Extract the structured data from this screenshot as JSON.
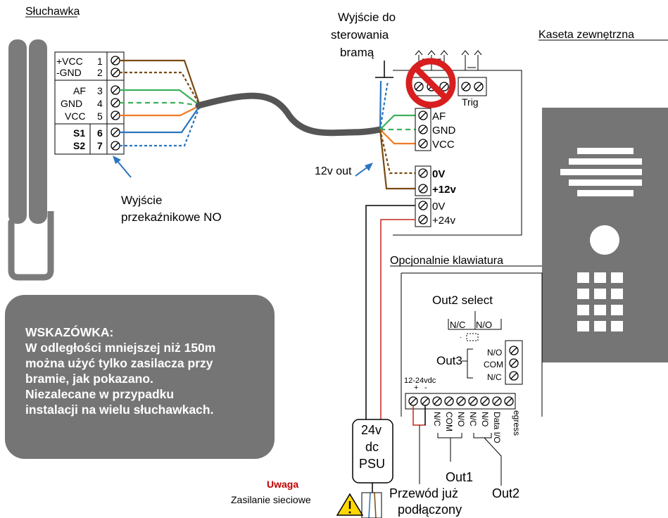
{
  "handset": {
    "title": "Słuchawka",
    "terminals": [
      {
        "label": "+VCC",
        "num": "1"
      },
      {
        "label": "-GND",
        "num": "2"
      },
      {
        "label": "AF",
        "num": "3"
      },
      {
        "label": "GND",
        "num": "4"
      },
      {
        "label": "VCC",
        "num": "5"
      },
      {
        "label": "S1",
        "num": "6"
      },
      {
        "label": "S2",
        "num": "7"
      }
    ],
    "relay_label_line1": "Wyjście",
    "relay_label_line2": "przekaźnikowe NO"
  },
  "gate_output": {
    "line1": "Wyjście do",
    "line2": "sterowania",
    "line3": "bramą"
  },
  "twelve_volt_label": "12v out",
  "outdoor_panel": {
    "title": "Kaseta zewnętrzna",
    "trig_label": "Trig",
    "audio_terminals": [
      "AF",
      "GND",
      "VCC"
    ],
    "power_out_terminals": [
      "0V",
      "+12v"
    ],
    "power_in_terminals": [
      "0V",
      "+24v"
    ]
  },
  "keypad": {
    "title": "Opcjonalnie klawiatura",
    "out2_select": "Out2 select",
    "nc_label": "N/C",
    "no_label": "N/O",
    "out3_label": "Out3",
    "out3_terminals": [
      "N/O",
      "COM",
      "N/C"
    ],
    "supply_label": "12-24vdc",
    "plus": "+",
    "minus": "-",
    "bottom_terminals": [
      "N/C",
      "COM",
      "N/O",
      "N/C",
      "N/O",
      "Data I/O",
      "egress"
    ],
    "out1_label": "Out1",
    "out2_label": "Out2",
    "wire_connected_line1": "Przewód już",
    "wire_connected_line2": "podłączony"
  },
  "psu": {
    "line1": "24v",
    "line2": "dc",
    "line3": "PSU"
  },
  "warning": {
    "title": "Uwaga",
    "text": "Zasilanie sieciowe"
  },
  "tip": {
    "line1": "WSKAZÓWKA:",
    "line2": "W odległości mniejszej niż 150m",
    "line3": "można użyć tylko zasilacza przy",
    "line4": "bramie, jak pokazano.",
    "line5": "Niezalecane w przypadku",
    "line6": "instalacji na wielu słuchawkach."
  },
  "colors": {
    "brown": "#7a4a12",
    "green": "#3cb05a",
    "orange": "#f07a24",
    "blue": "#2a75c0",
    "red": "#c0281e",
    "cable": "#555555",
    "panel": "#757575",
    "warning_red": "#c00000"
  }
}
